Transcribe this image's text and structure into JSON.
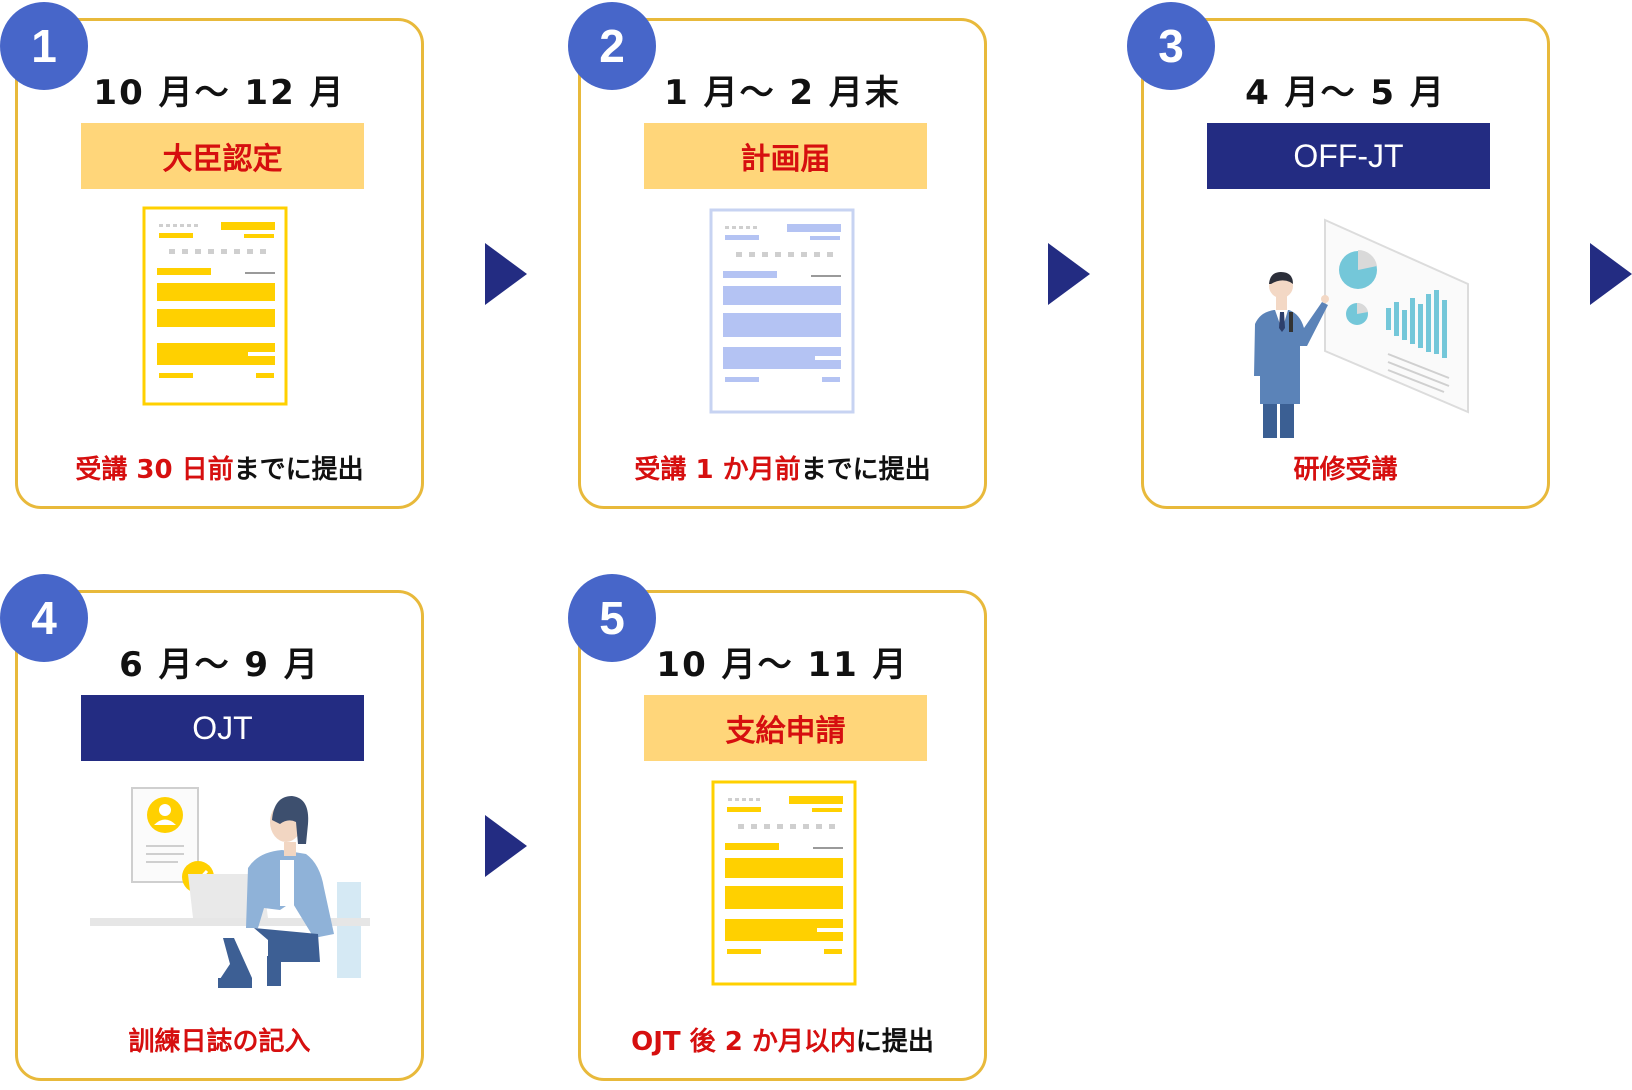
{
  "steps": [
    {
      "number": "1",
      "period": "10 月〜 12 月",
      "label": "大臣認定",
      "note_red": "受講 30 日前",
      "note_black": "までに提出",
      "illustration": "document-yellow-icon"
    },
    {
      "number": "2",
      "period": "1 月〜 2 月末",
      "label": "計画届",
      "note_red": "受講 1 か月前",
      "note_black": "までに提出",
      "illustration": "document-blue-icon"
    },
    {
      "number": "3",
      "period": "4 月〜 5 月",
      "label": "OFF-JT",
      "note_red": "研修受講",
      "note_black": "",
      "illustration": "presenter-illustration"
    },
    {
      "number": "4",
      "period": "6 月〜 9 月",
      "label": "OJT",
      "note_red": "訓練日誌の記入",
      "note_black": "",
      "illustration": "woman-laptop-illustration"
    },
    {
      "number": "5",
      "period": "10 月〜 11 月",
      "label": "支給申請",
      "note_red": "OJT 後 2 か月以内",
      "note_black": "に提出",
      "illustration": "document-yellow-icon"
    }
  ],
  "colors": {
    "card_border": "#e8b93b",
    "badge": "#4766c9",
    "label_yellow": "#ffd67a",
    "label_navy": "#232c82",
    "accent_red": "#d60f0f",
    "arrow": "#232c82"
  }
}
